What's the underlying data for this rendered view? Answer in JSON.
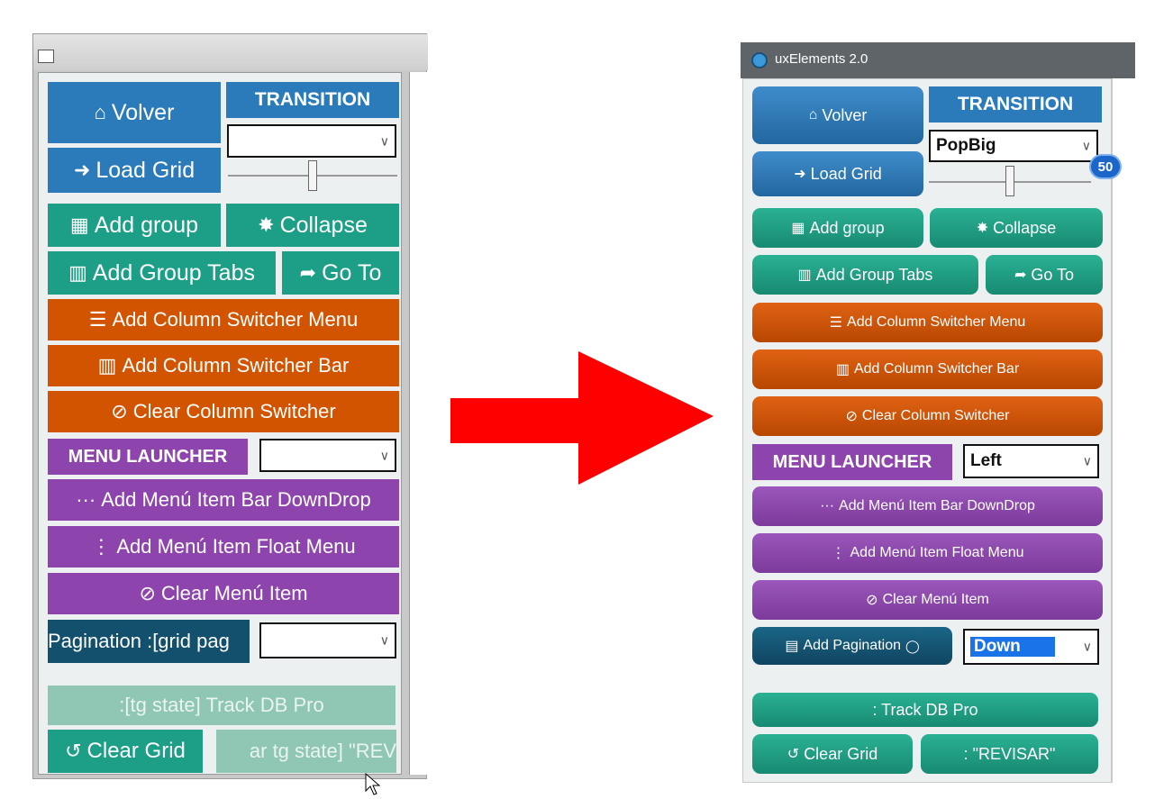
{
  "before": {
    "buttons": {
      "volver": "Volver",
      "load_grid": "Load Grid",
      "add_group": "Add group",
      "collapse": "Collapse",
      "add_group_tabs": "Add Group Tabs",
      "go_to": "Go To",
      "add_col_menu": "Add Column Switcher Menu",
      "add_col_bar": "Add Column Switcher Bar",
      "clear_col": "Clear Column Switcher",
      "add_menu_bar": "Add Menú Item Bar DownDrop",
      "add_menu_float": "Add Menú Item Float Menu",
      "clear_menu": "Clear Menú Item",
      "pagination": "Pagination :[grid pag",
      "track": ":[tg state] Track DB Pro",
      "clear_grid": "Clear Grid",
      "revisar": "ar tg state] \"REV"
    },
    "transition_label": "TRANSITION",
    "menu_launcher_label": "MENU LAUNCHER",
    "slider_value": 0.5
  },
  "after": {
    "window_title": "uxElements 2.0",
    "buttons": {
      "volver": "Volver",
      "load_grid": "Load Grid",
      "add_group": "Add group",
      "collapse": "Collapse",
      "add_group_tabs": "Add Group Tabs",
      "go_to": "Go To",
      "add_col_menu": "Add Column Switcher Menu",
      "add_col_bar": "Add Column Switcher Bar",
      "clear_col": "Clear Column Switcher",
      "add_menu_bar": "Add Menú Item Bar DownDrop",
      "add_menu_float": "Add Menú Item Float Menu",
      "clear_menu": "Clear Menú Item",
      "add_pagination": "Add Pagination",
      "track": ": Track DB Pro",
      "clear_grid": "Clear Grid",
      "revisar": ": \"REVISAR\""
    },
    "transition_label": "TRANSITION",
    "transition_value": "PopBig",
    "slider_value": 50,
    "slider_badge": "50",
    "menu_launcher_label": "MENU LAUNCHER",
    "menu_launcher_value": "Left",
    "pagination_value": "Down"
  },
  "icons": {
    "home": "⌂",
    "sign_in": "➜",
    "grid": "▦",
    "compress": "✸",
    "columns": "▥",
    "share": "➦",
    "list": "☰",
    "ban": "⊘",
    "dots_h": "···",
    "dots_v": "⋮",
    "file": "▤",
    "toggle": "◯",
    "undo": "↺"
  },
  "colors": {
    "blue": "#2b7bbb",
    "teal": "#1c9f86",
    "orange": "#d35400",
    "purple": "#8e44ad",
    "navy": "#13506d",
    "arrow": "#ff0000"
  }
}
